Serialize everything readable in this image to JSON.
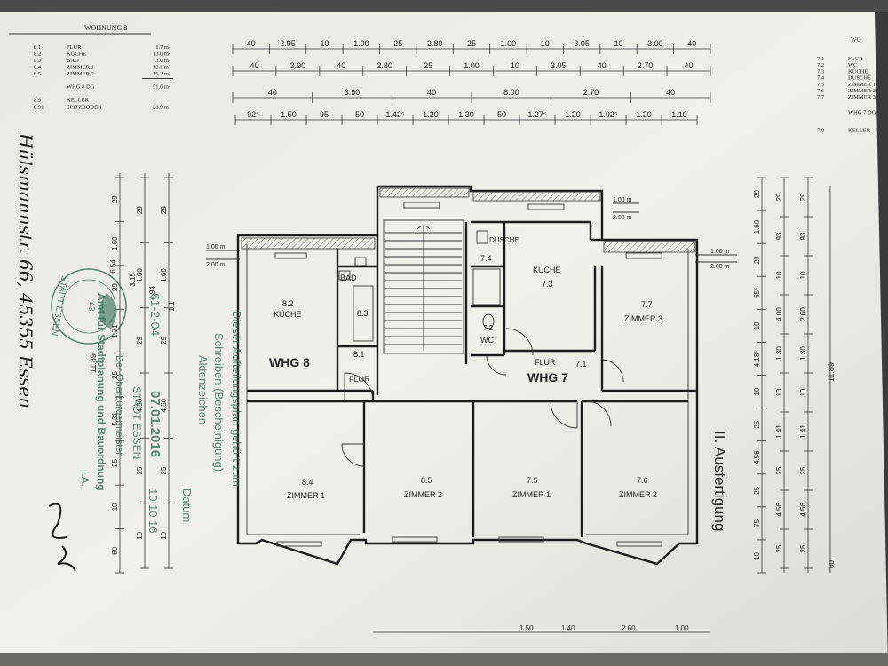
{
  "apartment8_table": {
    "title": "WOHNUNG 8",
    "rows": [
      {
        "no": "8.1",
        "name": "FLUR",
        "area": "1.7 m²"
      },
      {
        "no": "8.2",
        "name": "KÜCHE",
        "area": "13.0 m²"
      },
      {
        "no": "8.3",
        "name": "BAD",
        "area": "3.0 m²"
      },
      {
        "no": "8.4",
        "name": "ZIMMER 1",
        "area": "18.1 m²"
      },
      {
        "no": "8.5",
        "name": "ZIMMER 2",
        "area": "15.2 m²"
      }
    ],
    "total": {
      "name": "WHG 8 DG",
      "area": "51.0 m²"
    },
    "extra": [
      {
        "no": "8.9",
        "name": "KELLER",
        "area": ""
      },
      {
        "no": "8.91",
        "name": "SPITZBODEN",
        "area": "28.9 m²"
      }
    ]
  },
  "apartment7_table": {
    "title": "WO",
    "rows": [
      {
        "no": "7.1",
        "name": "FLUR"
      },
      {
        "no": "7.2",
        "name": "WC"
      },
      {
        "no": "7.3",
        "name": "KÜCHE"
      },
      {
        "no": "7.4",
        "name": "DUSCHE"
      },
      {
        "no": "7.5",
        "name": "ZIMMER 1"
      },
      {
        "no": "7.6",
        "name": "ZIMMER 2"
      },
      {
        "no": "7.7",
        "name": "ZIMMER 3"
      }
    ],
    "total": {
      "name": "WHG 7 DG"
    },
    "extra": [
      {
        "no": "7.8",
        "name": "KELLER"
      }
    ]
  },
  "top_dims": {
    "row1": [
      "40",
      "2.95",
      "10",
      "1.00",
      "25",
      "2.80",
      "25",
      "1.00",
      "10",
      "3.05",
      "10",
      "3.00",
      "40"
    ],
    "row2": [
      "40",
      "3.90",
      "40",
      "2.80",
      "25",
      "1.00",
      "10",
      "3.05",
      "40",
      "2.70",
      "40"
    ],
    "row3": [
      "40",
      "3.90",
      "40",
      "8.00",
      "2.70",
      "40"
    ],
    "row4": [
      "92⁵",
      "1.50",
      "95",
      "50",
      "1.42⁵",
      "1.20",
      "1.30",
      "50",
      "1.27⁵",
      "1.20",
      "1.92⁵",
      "1.20",
      "1.10"
    ]
  },
  "left_dims": {
    "col1": [
      "29",
      "1.60",
      "29",
      "1.71",
      "25",
      "5.31",
      "25",
      "10",
      "60"
    ],
    "col2": [
      "29",
      "1.60",
      "29",
      "4.56",
      "25",
      "10"
    ],
    "total": "11.89",
    "extra": [
      "6.54",
      "3.15",
      "4.94",
      "1.1"
    ]
  },
  "right_dims": {
    "col1": [
      "29",
      "1.60",
      "29",
      "65⁵",
      "10",
      "4.18⁵",
      "10",
      "25",
      "4.56",
      "25",
      "75",
      "10"
    ],
    "col2": [
      "29",
      "93",
      "10",
      "4.00",
      "1.30",
      "10",
      "1.41",
      "25",
      "4.56",
      "25"
    ],
    "col3": [
      "29",
      "93",
      "10",
      "2.60",
      "1.30",
      "10",
      "1.41",
      "25",
      "4.56",
      "25"
    ],
    "total": "11.89",
    "bottom": "60"
  },
  "level_marks": [
    "1.00 m",
    "2.00 m",
    "1.00 m",
    "2.00 m",
    "1.00 m",
    "2.00 m"
  ],
  "rooms": {
    "r82": {
      "no": "8.2",
      "name": "KÜCHE"
    },
    "r83": {
      "no": "8.3",
      "name": "BAD"
    },
    "r81": {
      "no": "8.1"
    },
    "flur8": "FLUR",
    "whg8": "WHG 8",
    "r84": {
      "no": "8.4",
      "name": "ZIMMER 1"
    },
    "r85": {
      "no": "8.5",
      "name": "ZIMMER 2"
    },
    "r74": {
      "no": "7.4",
      "name": "DUSCHE"
    },
    "r73": {
      "no": "7.3",
      "name": "KÜCHE"
    },
    "r72": {
      "no": "7.2",
      "name": "WC"
    },
    "r71": {
      "no": "7.1",
      "name": "FLUR"
    },
    "whg7": "WHG 7",
    "r77": {
      "no": "7.7",
      "name": "ZIMMER 3"
    },
    "r75": {
      "no": "7.5",
      "name": "ZIMMER 1"
    },
    "r76": {
      "no": "7.6",
      "name": "ZIMMER 2"
    }
  },
  "stamp_text": [
    "Dieser Aufteilungsplan gehört zum",
    "Schreiben (Bescheinigung)",
    "Aktenzeichen",
    "Datum",
    "STADT ESSEN",
    "Der Oberbürgermeister",
    "Amt für Stadtplanung und Bauordnung",
    "I.A.",
    "07.01.2016",
    "61-2-04",
    "10.10.16"
  ],
  "round_stamp": {
    "ring": "STADT ESSEN",
    "number": "43"
  },
  "ausfertigung": "II. Ausfertigung",
  "handwriting": "Hülsmannstr. 66, 45355 Essen",
  "bottom_dims": [
    "1.50",
    "1.40",
    "2.60",
    "1.00"
  ]
}
